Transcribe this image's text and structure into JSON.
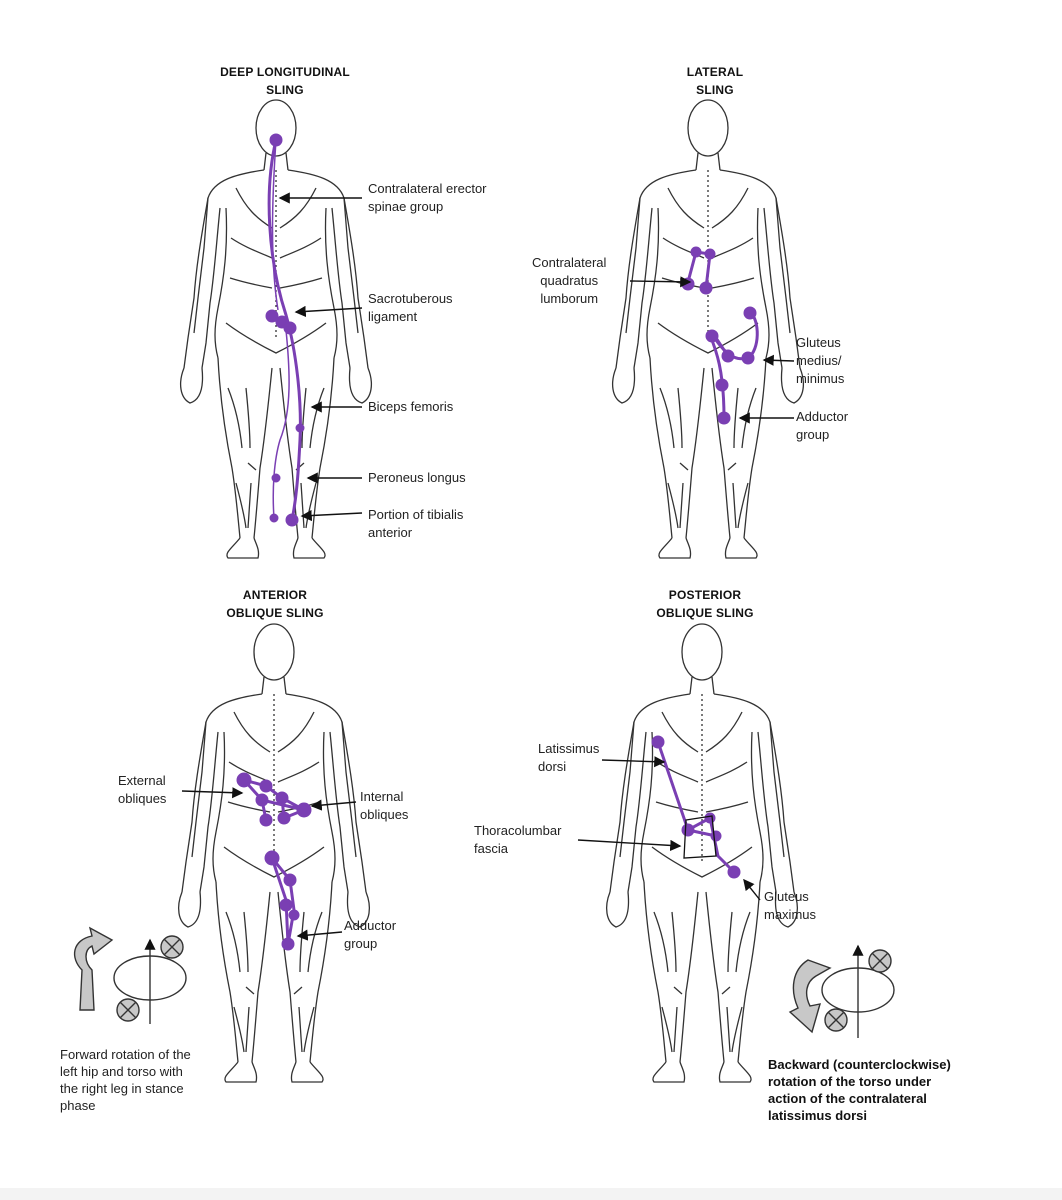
{
  "colors": {
    "sling_line": "#7a3fb3",
    "anatomy_stroke": "#333333",
    "arrow": "#111111"
  },
  "panels": {
    "deep_longitudinal": {
      "title_line1": "DEEP LONGITUDINAL",
      "title_line2": "SLING",
      "labels": {
        "erector_l1": "Contralateral erector",
        "erector_l2": "spinae group",
        "sacro_l1": "Sacrotuberous",
        "sacro_l2": "ligament",
        "biceps": "Biceps femoris",
        "peroneus": "Peroneus longus",
        "tibialis_l1": "Portion of tibialis",
        "tibialis_l2": "anterior"
      }
    },
    "lateral": {
      "title": "LATERAL",
      "title_line2": "SLING",
      "labels": {
        "quadratus_l1": "Contralateral",
        "quadratus_l2": "quadratus",
        "quadratus_l3": "lumborum",
        "gluteus_l1": "Gluteus",
        "gluteus_l2": "medius/",
        "gluteus_l3": "minimus",
        "adductor_l1": "Adductor",
        "adductor_l2": "group"
      }
    },
    "anterior_oblique": {
      "title_line1": "ANTERIOR",
      "title_line2": "OBLIQUE SLING",
      "labels": {
        "external_l1": "External",
        "external_l2": "obliques",
        "internal_l1": "Internal",
        "internal_l2": "obliques",
        "adductor_l1": "Adductor",
        "adductor_l2": "group"
      },
      "caption": [
        "Forward rotation of the",
        "left hip and torso with",
        "the right leg in stance",
        "phase"
      ]
    },
    "posterior_oblique": {
      "title_line1": "POSTERIOR",
      "title_line2": "OBLIQUE SLING",
      "labels": {
        "latissimus_l1": "Latissimus",
        "latissimus_l2": "dorsi",
        "thoraco_l1": "Thoracolumbar",
        "thoraco_l2": "fascia",
        "gluteus_l1": "Gluteus",
        "gluteus_l2": "maximus"
      },
      "caption": [
        "Backward (counterclockwise)",
        "rotation of the torso under",
        "action of the contralateral",
        "latissimus dorsi"
      ]
    }
  }
}
